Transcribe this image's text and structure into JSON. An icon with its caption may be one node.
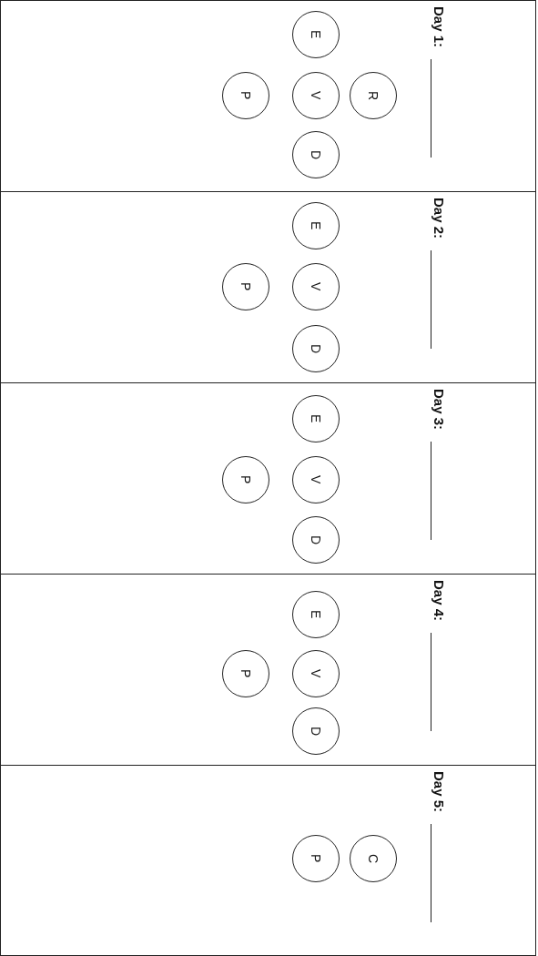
{
  "diagram": {
    "nodes": [
      {
        "text": [
          "Day 1:"
        ]
      },
      {
        "text": [
          "E"
        ],
        "in": 0
      },
      {
        "text": [
          "R"
        ],
        "in": 0
      },
      {
        "text": [
          "V"
        ],
        "in": 0
      },
      {
        "text": [
          "D"
        ],
        "in": 0
      },
      {
        "text": [
          "P"
        ],
        "in": 0
      },
      {
        "text": [
          "Day 2:"
        ]
      },
      {
        "text": [
          "E"
        ],
        "in": 6
      },
      {
        "text": [
          "V"
        ],
        "in": 6
      },
      {
        "text": [
          "D"
        ],
        "in": 6
      },
      {
        "text": [
          "P"
        ],
        "in": 6
      },
      {
        "text": [
          "Day 3:"
        ]
      },
      {
        "text": [
          "E"
        ],
        "in": 11
      },
      {
        "text": [
          "V"
        ],
        "in": 11
      },
      {
        "text": [
          "D"
        ],
        "in": 11
      },
      {
        "text": [
          "P"
        ],
        "in": 11
      },
      {
        "text": [
          "Day 4:"
        ]
      },
      {
        "text": [
          "E"
        ],
        "in": 16
      },
      {
        "text": [
          "V"
        ],
        "in": 16
      },
      {
        "text": [
          "D"
        ],
        "in": 16
      },
      {
        "text": [
          "P"
        ],
        "in": 16
      },
      {
        "text": [
          "Day 5:"
        ]
      },
      {
        "text": [
          "C"
        ],
        "in": 21
      },
      {
        "text": [
          "P"
        ],
        "in": 21
      }
    ]
  }
}
